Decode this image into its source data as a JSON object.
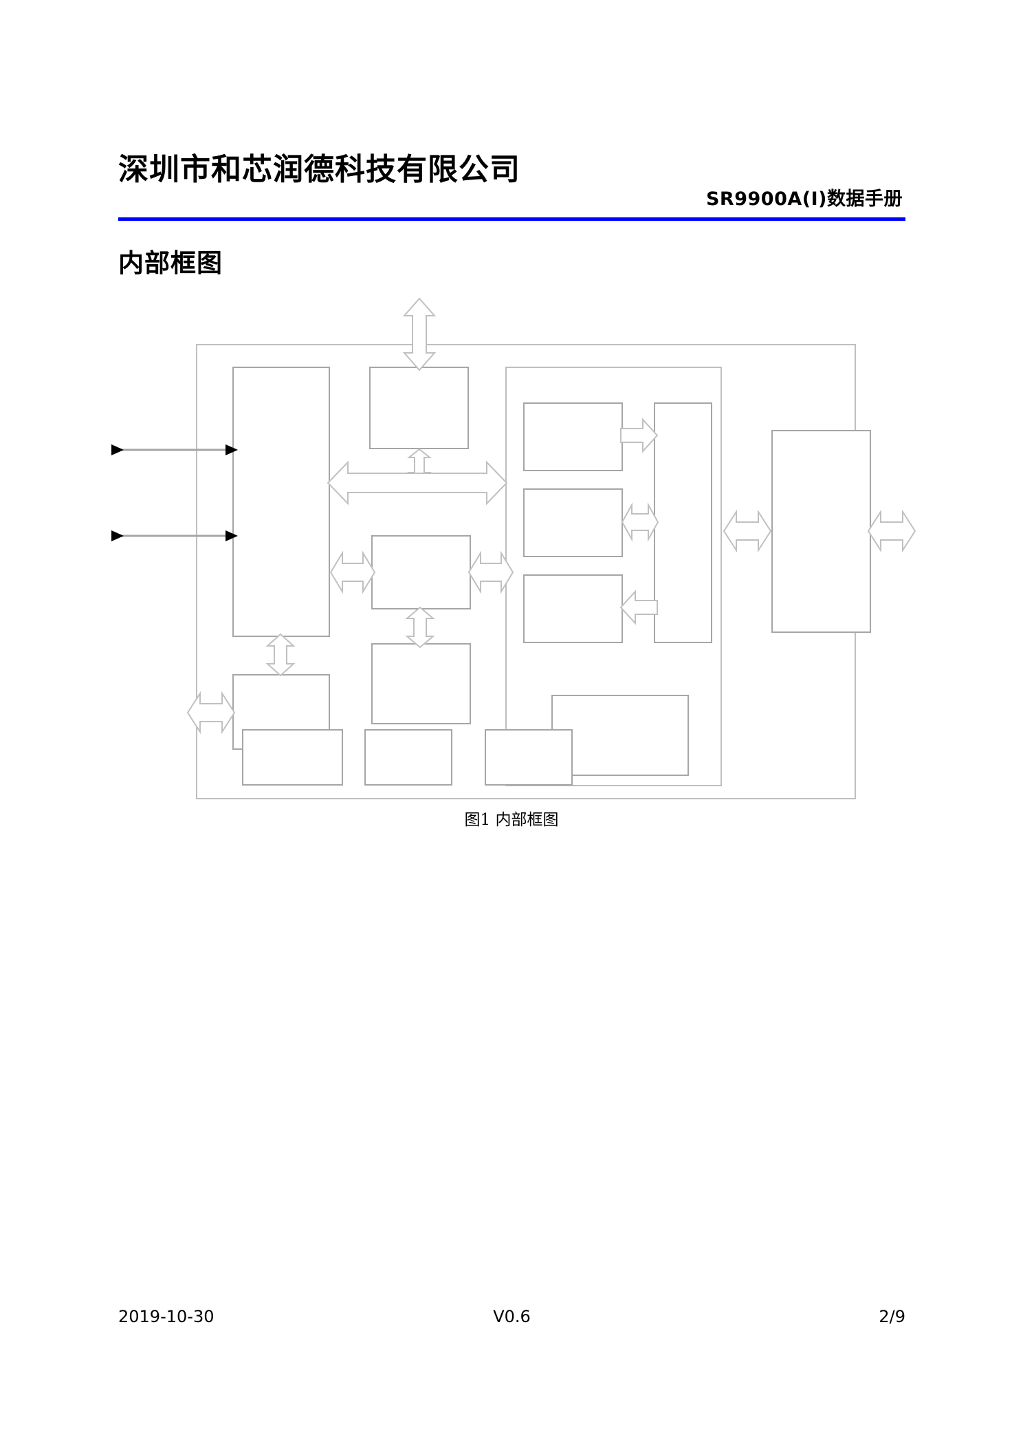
{
  "header": {
    "company_name": "深圳市和芯润德科技有限公司",
    "document_title": "SR9900A(I)数据手册",
    "rule_color": "#0000ff"
  },
  "section": {
    "title": "内部框图"
  },
  "figure": {
    "caption": "图1 内部框图",
    "box_stroke_color": "#a6a6a6",
    "outer_stroke_color": "#bfbfbf",
    "arrow_stroke_color": "#bfbfbf",
    "arrow_fill_color": "#ffffff",
    "signal_arrow_color": "#000000",
    "blocks": [
      {
        "id": "outer-chip",
        "label": ""
      },
      {
        "id": "left-tall-block",
        "label": ""
      },
      {
        "id": "top-center-block",
        "label": ""
      },
      {
        "id": "mid-center-block",
        "label": ""
      },
      {
        "id": "low-center-block",
        "label": ""
      },
      {
        "id": "bottom-left-block",
        "label": ""
      },
      {
        "id": "core-group",
        "label": ""
      },
      {
        "id": "core-item-1",
        "label": ""
      },
      {
        "id": "core-item-2",
        "label": ""
      },
      {
        "id": "core-item-3",
        "label": ""
      },
      {
        "id": "core-side-block",
        "label": ""
      },
      {
        "id": "core-wide-block",
        "label": ""
      },
      {
        "id": "right-tall-block",
        "label": ""
      },
      {
        "id": "foot-block-1",
        "label": ""
      },
      {
        "id": "foot-block-2",
        "label": ""
      },
      {
        "id": "foot-block-3",
        "label": ""
      }
    ],
    "connectors": [
      {
        "id": "conn-top-vertical",
        "direction": "vertical-bidirectional"
      },
      {
        "id": "conn-topcenter-bus",
        "direction": "vertical-bidirectional"
      },
      {
        "id": "conn-horizontal-bus",
        "direction": "horizontal-bidirectional"
      },
      {
        "id": "conn-midcenter-left",
        "direction": "horizontal-bidirectional"
      },
      {
        "id": "conn-midcenter-right",
        "direction": "horizontal-bidirectional"
      },
      {
        "id": "conn-midcenter-down",
        "direction": "vertical-bidirectional"
      },
      {
        "id": "conn-lefttall-down",
        "direction": "vertical-bidirectional"
      },
      {
        "id": "conn-bottomleft-external",
        "direction": "horizontal-bidirectional"
      },
      {
        "id": "conn-core1-right",
        "direction": "right"
      },
      {
        "id": "conn-core2-right",
        "direction": "horizontal-bidirectional"
      },
      {
        "id": "conn-core3-left",
        "direction": "left"
      },
      {
        "id": "conn-righttall-left",
        "direction": "horizontal-bidirectional"
      },
      {
        "id": "conn-righttall-right",
        "direction": "horizontal-bidirectional"
      },
      {
        "id": "signal-in-1",
        "direction": "right"
      },
      {
        "id": "signal-in-2",
        "direction": "right"
      }
    ]
  },
  "footer": {
    "date": "2019-10-30",
    "version": "V0.6",
    "page": "2/9"
  }
}
